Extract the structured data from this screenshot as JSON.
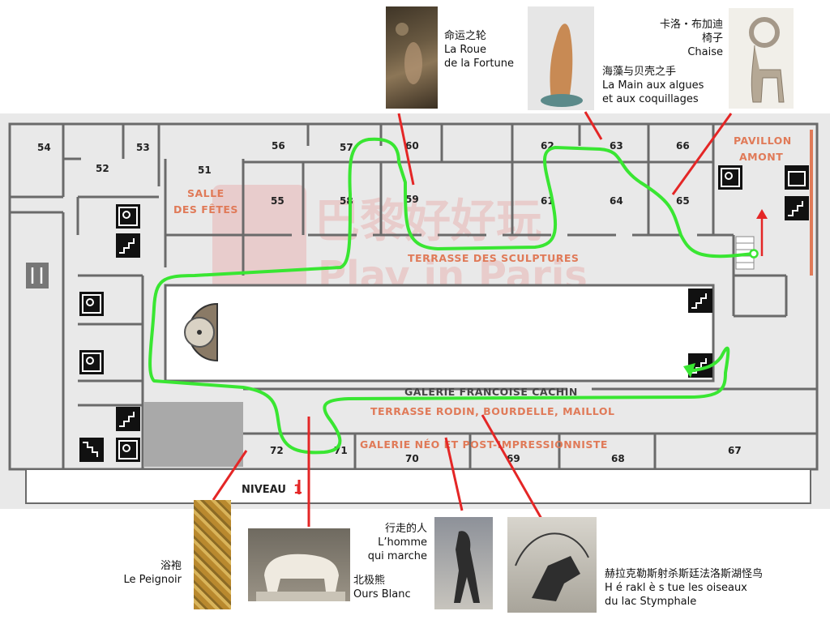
{
  "level": {
    "label": "NIVEAU",
    "number": "1"
  },
  "rooms": [
    "54",
    "52",
    "53",
    "51",
    "56",
    "57",
    "60",
    "55",
    "58",
    "59",
    "62",
    "63",
    "66",
    "61",
    "64",
    "65",
    "72",
    "71",
    "70",
    "69",
    "68",
    "67"
  ],
  "zones": {
    "salle_des_fetes": [
      "SALLE",
      "DES FÊTES"
    ],
    "pavillon_amont": [
      "PAVILLON",
      "AMONT"
    ],
    "terrasse_sculptures": "TERRASSE DES SCULPTURES",
    "galerie_cachin": "GALERIE FRANCOISE CACHIN",
    "terrasse_rodin": "TERRASSE RODIN, BOURDELLE, MAILLOL",
    "galerie_neo": "GALERIE NÉO ET POST-IMPRESSIONNISTE"
  },
  "watermark": {
    "cn": "巴黎好好玩",
    "en": "Play in Paris"
  },
  "artworks": {
    "roue": {
      "cn": "命运之轮",
      "fr": [
        "La Roue",
        "de la Fortune"
      ]
    },
    "main": {
      "cn": "海藻与贝壳之手",
      "fr": [
        "La Main aux algues",
        "et aux coquillages"
      ]
    },
    "chaise": {
      "cn": [
        "卡洛・布加迪",
        "椅子"
      ],
      "fr": "Chaise"
    },
    "peignoir": {
      "cn": "浴袍",
      "fr": "Le Peignoir"
    },
    "ours": {
      "cn": "北极熊",
      "fr": "Ours Blanc"
    },
    "homme": {
      "cn": "行走的人",
      "fr": [
        "L’homme",
        "qui marche"
      ]
    },
    "herakles": {
      "cn": "赫拉克勒斯射杀斯廷法洛斯湖怪鸟",
      "fr": [
        "H é rakl è s tue les oiseaux",
        "du lac Stymphale"
      ]
    }
  },
  "colors": {
    "route": "#39e632",
    "pointer": "#e42626",
    "accent": "#e07a58",
    "plan_bg": "#e9e9e9"
  },
  "icons": [
    "restaurant-icon",
    "wheelchair-elevator-icon",
    "stairs-icon",
    "elevator-icon",
    "clock-icon",
    "up-arrow-icon"
  ]
}
